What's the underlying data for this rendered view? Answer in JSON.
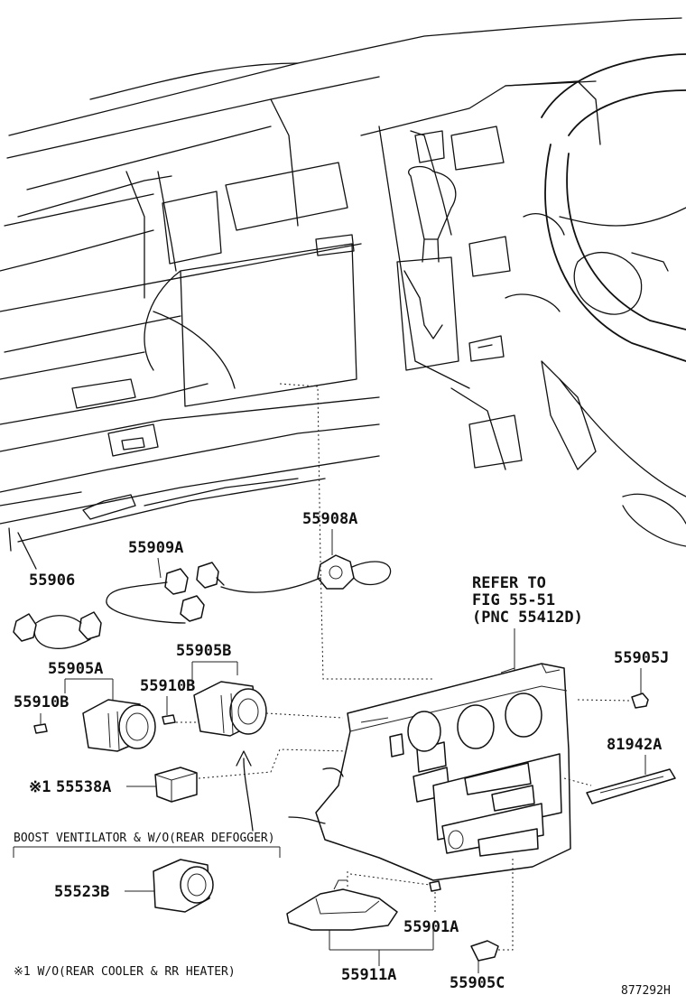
{
  "labels": {
    "p55908A": "55908A",
    "p55909A": "55909A",
    "p55906": "55906",
    "p55905B": "55905B",
    "p55905A": "55905A",
    "p55910B_left": "55910B",
    "p55910B_mid": "55910B",
    "p55538A": "55538A",
    "p55523B": "55523B",
    "p55901A": "55901A",
    "p55911A": "55911A",
    "p55905C": "55905C",
    "p55905J": "55905J",
    "p81942A": "81942A"
  },
  "refer": {
    "line1": "REFER TO",
    "line2": "FIG 55-51",
    "line3": "(PNC 55412D)"
  },
  "notes": {
    "mark": "※1",
    "boost": "BOOST VENTILATOR & W/O(REAR DEFOGGER)",
    "footnote": "※1 W/O(REAR COOLER & RR HEATER)"
  },
  "figure_code": "877292H"
}
